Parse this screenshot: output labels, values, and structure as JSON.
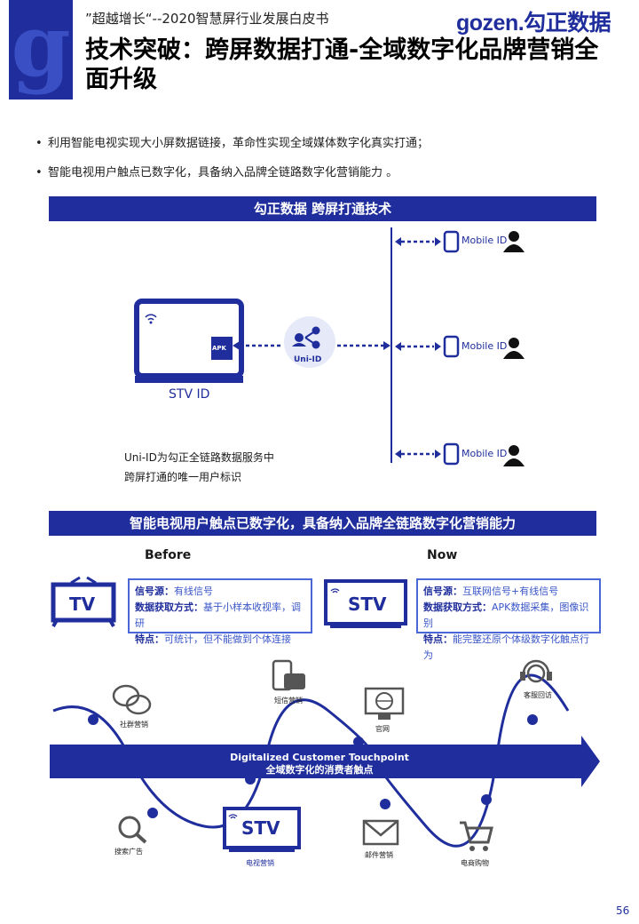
{
  "header": {
    "logo_letter": "g",
    "subtitle": "”超越增长“--2020智慧屏行业发展白皮书",
    "brand": "gozen.勾正数据",
    "title": "技术突破：跨屏数据打通-全域数字化品牌营销全面升级"
  },
  "bullets": [
    "利用智能电视实现大小屏数据链接，革命性实现全域媒体数字化真实打通；",
    "智能电视用户触点已数字化，具备纳入品牌全链路数字化营销能力 。"
  ],
  "section1": {
    "banner": "勾正数据 跨屏打通技术",
    "tv_label": "STV ID",
    "apk_label": "APK",
    "uniid_label": "Uni-ID",
    "mobile_label": "Mobile ID",
    "note_line1": "Uni-ID为勾正全链路数据服务中",
    "note_line2": "跨屏打通的唯一用户标识"
  },
  "section2": {
    "banner": "智能电视用户触点已数字化，具备纳入品牌全链路数字化营销能力",
    "before_label": "Before",
    "now_label": "Now",
    "tv_text": "TV",
    "stv_text": "STV",
    "before_rows": [
      {
        "k": "信号源：",
        "v": "有线信号"
      },
      {
        "k": "数据获取方式：",
        "v": "基于小样本收视率，调研"
      },
      {
        "k": "特点：",
        "v": "可统计，但不能做到个体连接"
      }
    ],
    "now_rows": [
      {
        "k": "信号源：",
        "v": "互联网信号+有线信号"
      },
      {
        "k": "数据获取方式：",
        "v": "APK数据采集，图像识别"
      },
      {
        "k": "特点：",
        "v": "能完整还原个体级数字化触点行为"
      }
    ]
  },
  "section3": {
    "arrow_line1": "Digitalized Customer Touchpoint",
    "arrow_line2": "全域数字化的消费者触点",
    "touchpoints": {
      "social": "社群营销",
      "sms": "短信营销",
      "web": "官网",
      "callback": "客服回访",
      "search": "搜索广告",
      "tv": "电视营销",
      "tv_stv": "STV",
      "email": "邮件营销",
      "ecommerce": "电商购物"
    }
  },
  "page_number": "56"
}
